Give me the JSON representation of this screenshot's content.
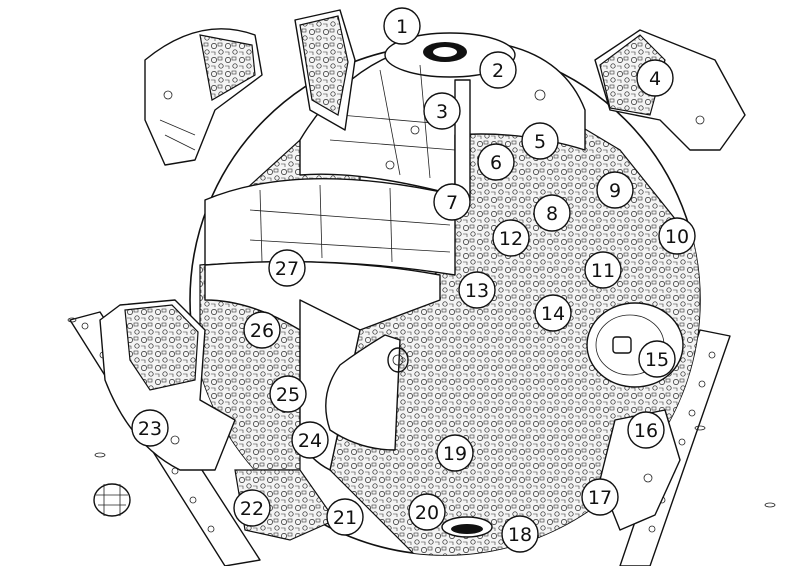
{
  "diagram": {
    "callouts": [
      {
        "label": "1"
      },
      {
        "label": "2"
      },
      {
        "label": "3"
      },
      {
        "label": "4"
      },
      {
        "label": "5"
      },
      {
        "label": "6"
      },
      {
        "label": "7"
      },
      {
        "label": "8"
      },
      {
        "label": "9"
      },
      {
        "label": "10"
      },
      {
        "label": "11"
      },
      {
        "label": "12"
      },
      {
        "label": "13"
      },
      {
        "label": "14"
      },
      {
        "label": "15"
      },
      {
        "label": "16"
      },
      {
        "label": "17"
      },
      {
        "label": "18"
      },
      {
        "label": "19"
      },
      {
        "label": "20"
      },
      {
        "label": "21"
      },
      {
        "label": "22"
      },
      {
        "label": "23"
      },
      {
        "label": "24"
      },
      {
        "label": "25"
      },
      {
        "label": "26"
      },
      {
        "label": "27"
      }
    ]
  }
}
